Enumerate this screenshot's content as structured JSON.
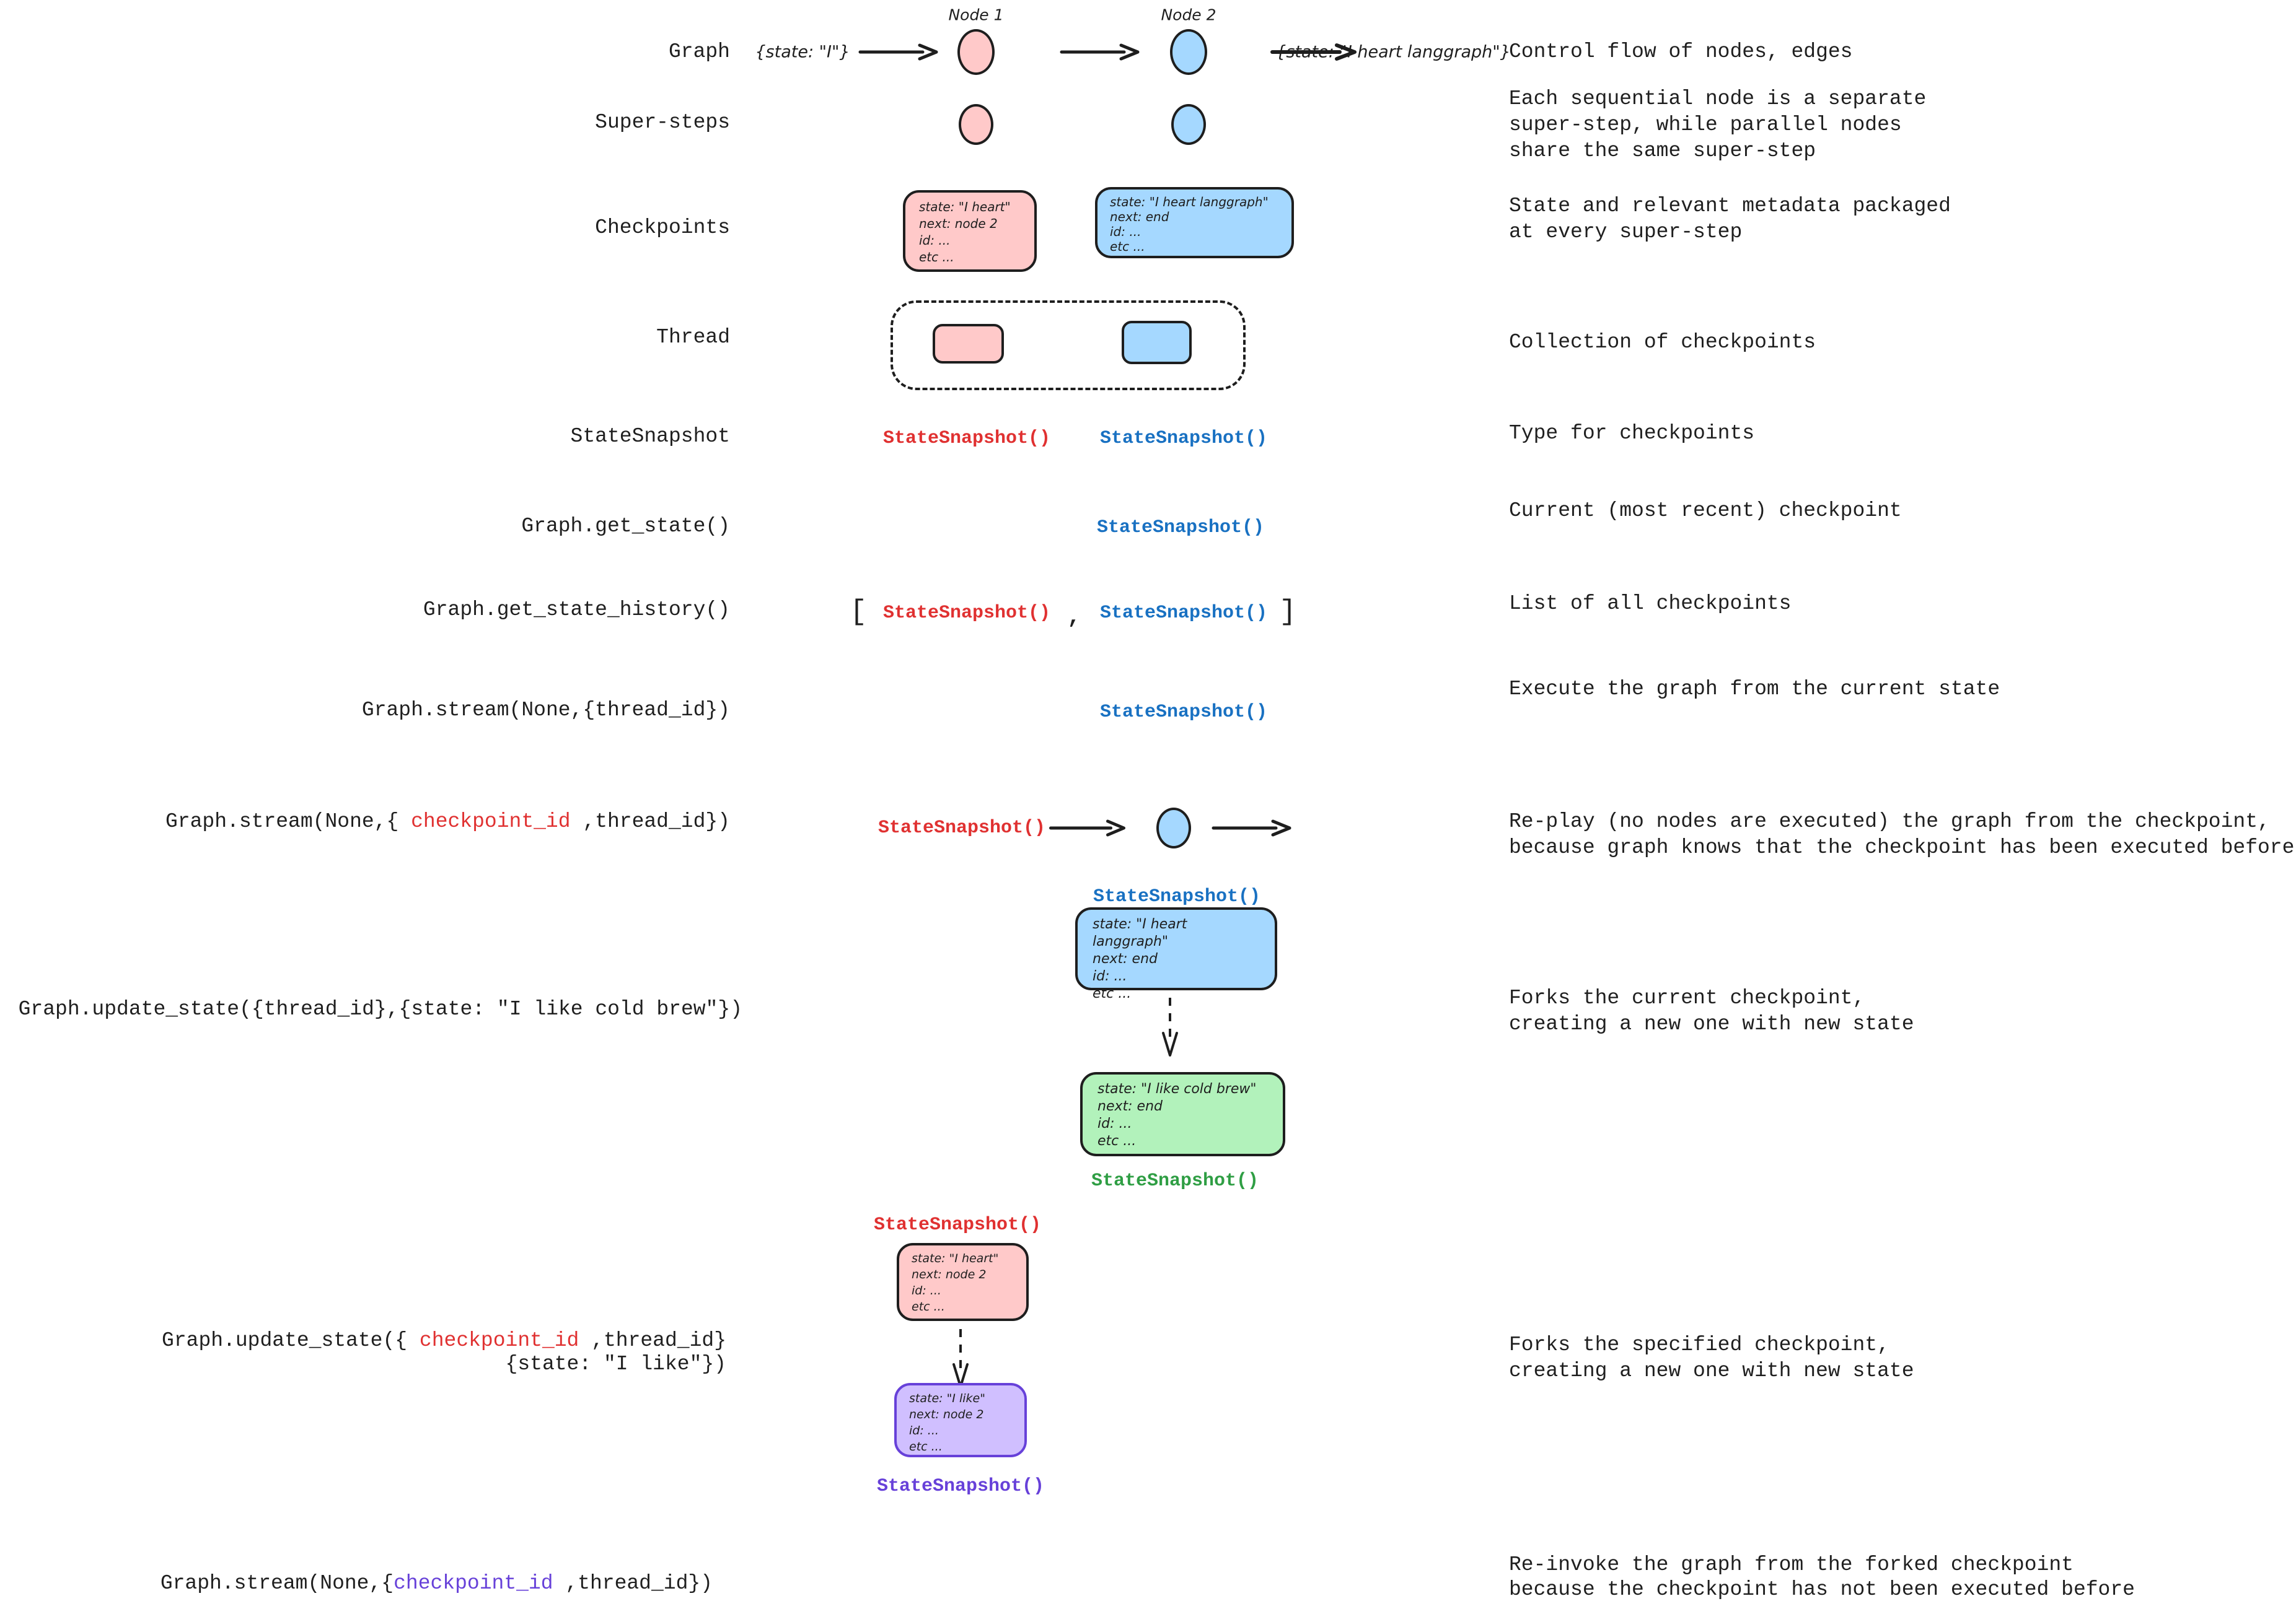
{
  "colors": {
    "ink": "#1e1e1e",
    "red_text": "#e03131",
    "blue_text": "#1971c2",
    "green_text": "#2f9e44",
    "violet_text": "#6741d9",
    "pink_fill": "#ffc9c9",
    "blue_fill": "#a5d8ff",
    "green_fill": "#b2f2bb",
    "violet_fill": "#d0bfff"
  },
  "state_snapshot": "StateSnapshot()",
  "graph_row": {
    "label": "Graph",
    "input_state": "{state: \"I\"}",
    "node1": "Node 1",
    "node2": "Node 2",
    "output_state": "{state: \"I heart langgraph\"}",
    "desc": "Control flow of nodes, edges"
  },
  "super_steps_row": {
    "label": "Super-steps",
    "desc": "Each sequential node is a separate\nsuper-step, while parallel nodes\nshare the same super-step"
  },
  "checkpoints_row": {
    "label": "Checkpoints",
    "pink_card": "state: \"I heart\"\nnext: node 2\nid: ...\netc ...",
    "blue_card": "state: \"I heart langgraph\"\nnext: end\nid: ...\netc ...",
    "desc": "State and relevant metadata packaged\nat every super-step"
  },
  "thread_row": {
    "label": "Thread",
    "desc": "Collection of checkpoints"
  },
  "snapshot_row": {
    "label": "StateSnapshot",
    "desc": "Type for checkpoints"
  },
  "get_state_row": {
    "label": "Graph.get_state()",
    "desc": "Current (most recent) checkpoint"
  },
  "history_row": {
    "label": "Graph.get_state_history()",
    "bracket_open": "[",
    "comma": ",",
    "bracket_close": "]",
    "desc": "List of all checkpoints"
  },
  "stream_row": {
    "label": "Graph.stream(None,{thread_id})",
    "desc": "Execute the graph from the current state"
  },
  "replay_row": {
    "label_prefix": "Graph.stream(None,{ ",
    "label_highlight": "checkpoint_id",
    "label_suffix": " ,thread_id})",
    "desc": "Re-play (no nodes are executed) the graph from the checkpoint,\nbecause graph knows that the checkpoint has been executed before"
  },
  "fork_current_row": {
    "label": "Graph.update_state({thread_id},{state: \"I like cold brew\"})",
    "blue_card": "state: \"I heart langgraph\"\nnext: end\nid: ...\netc ...",
    "green_card": "state: \"I like cold brew\"\nnext: end\nid: ...\netc ...",
    "desc": "Forks the current checkpoint,\ncreating a new one with new state"
  },
  "fork_specified_row": {
    "label_prefix": "Graph.update_state({ ",
    "label_highlight": "checkpoint_id",
    "label_suffix": " ,thread_id}",
    "label_line2": "{state: \"I like\"})",
    "pink_card": "state: \"I heart\"\nnext: node 2\nid: ...\netc ...",
    "violet_card": "state: \"I like\"\nnext: node 2\nid: ...\netc ...",
    "desc": "Forks the specified checkpoint,\ncreating a new one with new state"
  },
  "reinvoke_row": {
    "label_prefix": "Graph.stream(None,{",
    "label_highlight": "checkpoint_id",
    "label_suffix": "  ,thread_id})",
    "desc": "Re-invoke the graph from the forked checkpoint\nbecause the checkpoint has not been executed before"
  }
}
